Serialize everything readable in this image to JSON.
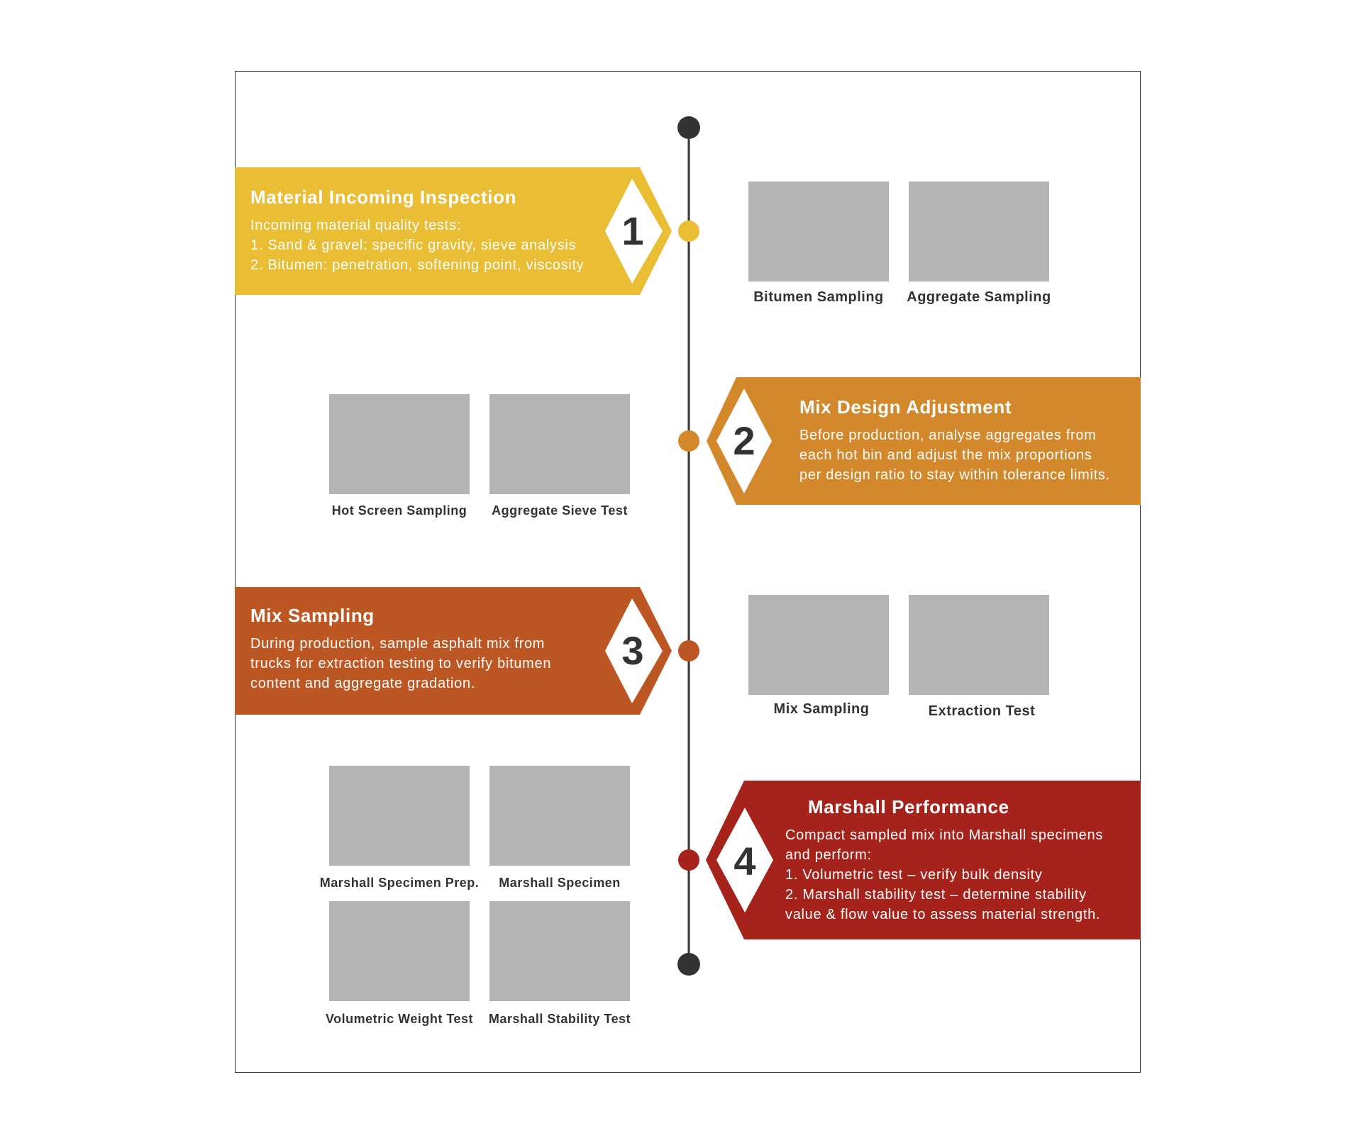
{
  "colors": {
    "step1": "#e9bd34",
    "step2": "#d4882c",
    "step3": "#bc5723",
    "step4": "#a6231b",
    "timeline": "#333333",
    "photo_placeholder": "#b4b4b4"
  },
  "steps": [
    {
      "number": "1",
      "title": "Material Incoming Inspection",
      "lines": [
        "Incoming material quality tests:",
        "1. Sand & gravel: specific gravity, sieve analysis",
        "2. Bitumen: penetration, softening point, viscosity"
      ],
      "photos": [
        "Bitumen Sampling",
        "Aggregate Sampling"
      ]
    },
    {
      "number": "2",
      "title": "Mix Design Adjustment",
      "lines": [
        "Before production, analyse aggregates from",
        "each hot bin and adjust the mix proportions",
        "per design ratio to stay within tolerance limits."
      ],
      "photos": [
        "Hot Screen Sampling",
        "Aggregate Sieve Test"
      ]
    },
    {
      "number": "3",
      "title": "Mix Sampling",
      "lines": [
        "During production, sample asphalt mix from",
        "trucks for extraction testing to verify bitumen",
        "content and aggregate gradation."
      ],
      "photos": [
        "Mix Sampling",
        "Extraction Test"
      ]
    },
    {
      "number": "4",
      "title": "Marshall Performance",
      "lines": [
        "Compact sampled mix into Marshall specimens",
        "and perform:",
        "1. Volumetric test – verify bulk density",
        "2. Marshall stability test – determine stability",
        "value & flow value to assess material strength."
      ],
      "photos": [
        "Marshall Specimen Prep.",
        "Marshall Specimen",
        "Volumetric Weight Test",
        "Marshall Stability Test"
      ]
    }
  ]
}
